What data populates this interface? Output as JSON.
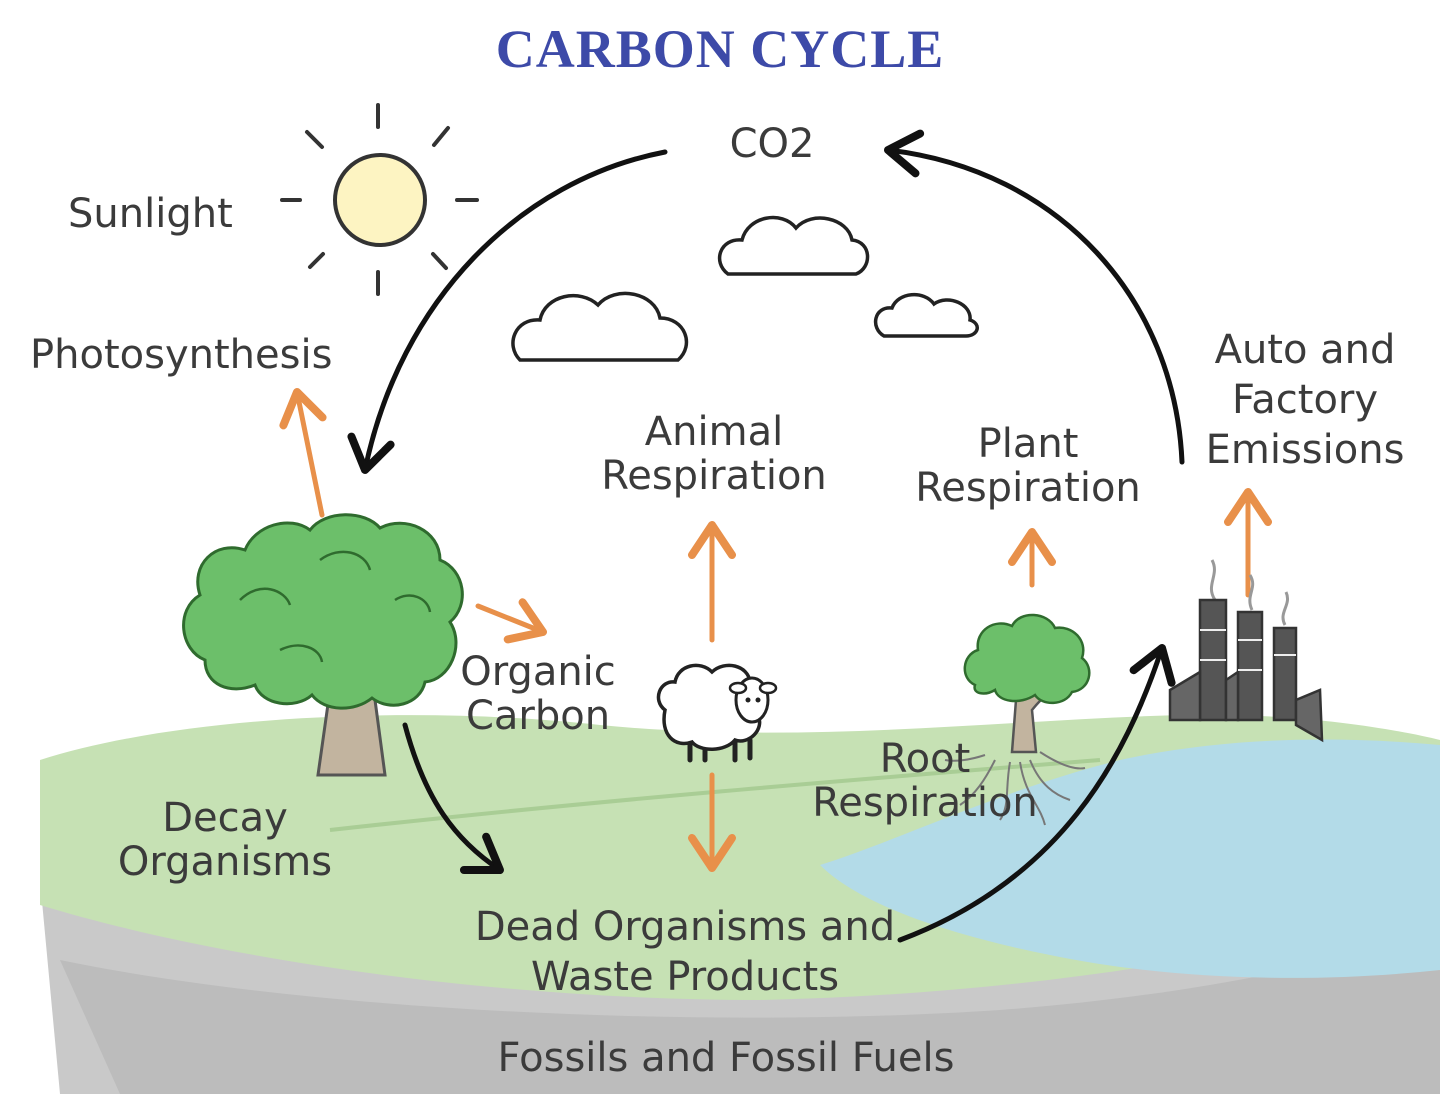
{
  "title": "CARBON CYCLE",
  "labels": {
    "co2": "CO2",
    "sunlight": "Sunlight",
    "photosynthesis": "Photosynthesis",
    "animal_respiration": [
      "Animal",
      "Respiration"
    ],
    "plant_respiration": [
      "Plant",
      "Respiration"
    ],
    "emissions": [
      "Auto and",
      "Factory",
      "Emissions"
    ],
    "organic_carbon": [
      "Organic",
      "Carbon"
    ],
    "decay_organisms": [
      "Decay",
      "Organisms"
    ],
    "root_respiration": [
      "Root",
      "Respiration"
    ],
    "dead_organisms": [
      "Dead Organisms and",
      "Waste Products"
    ],
    "fossils": "Fossils and Fossil Fuels"
  },
  "colors": {
    "title": "#3d4aa8",
    "text": "#3b3b3b",
    "arrow_black": "#111111",
    "arrow_orange": "#e8904a",
    "land": "#c6e1b4",
    "water": "#b3dbe8",
    "underground": "#c9c9c9",
    "foliage": "#6cbf6a",
    "trunk": "#c2b49f",
    "sun": "#fdf4c2"
  },
  "icons": [
    "sun-icon",
    "cloud-icon",
    "tree-icon",
    "sheep-icon",
    "small-tree-icon",
    "factory-icon"
  ]
}
